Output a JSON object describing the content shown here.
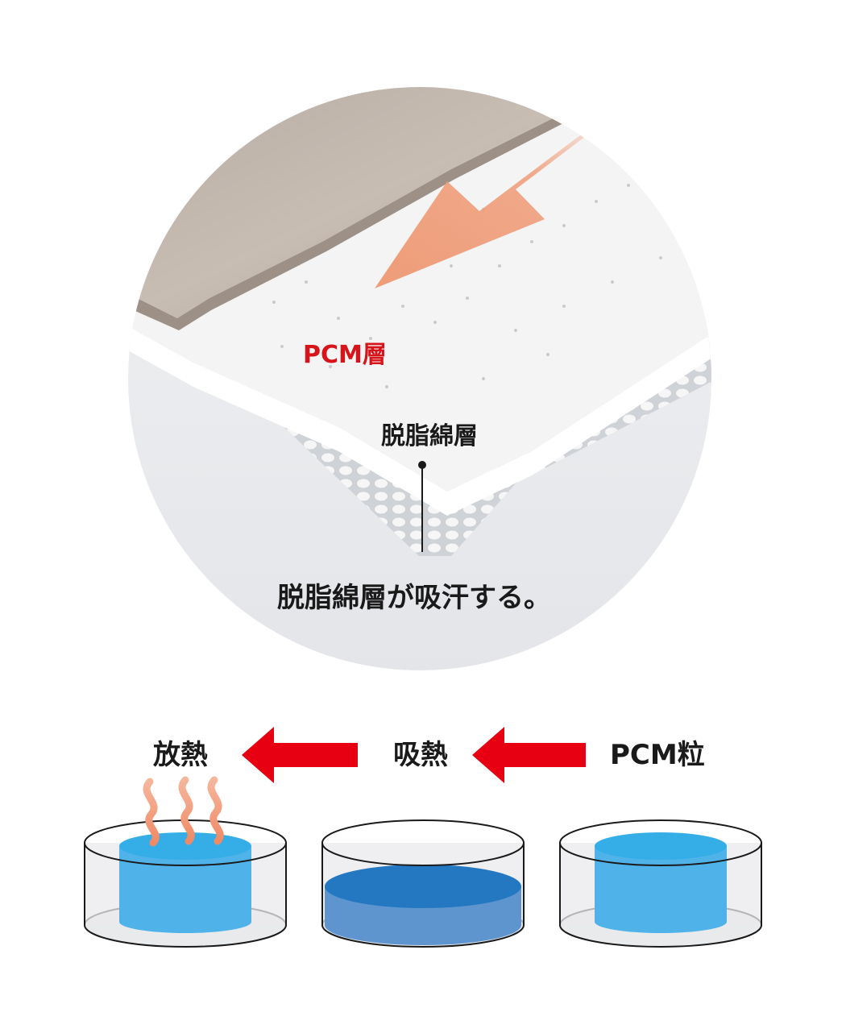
{
  "labels": {
    "pcm_layer": "PCM層",
    "degreased_cotton_layer": "脱脂綿層",
    "caption": "脱脂綿層が吸汗する。"
  },
  "process": {
    "steps": [
      "放熱",
      "吸熱",
      "PCM粒"
    ]
  },
  "colors": {
    "accent_red": "#d7141a",
    "arrow_red": "#e60012",
    "liquid_blue": "#4fb3ea",
    "liquid_blue_top": "#35aee8",
    "melted_blue_top": "#2478c2",
    "melted_blue_side": "#5f95cf",
    "heat_wave": "#f08a66",
    "pad_arrow": "#ef9c78"
  }
}
